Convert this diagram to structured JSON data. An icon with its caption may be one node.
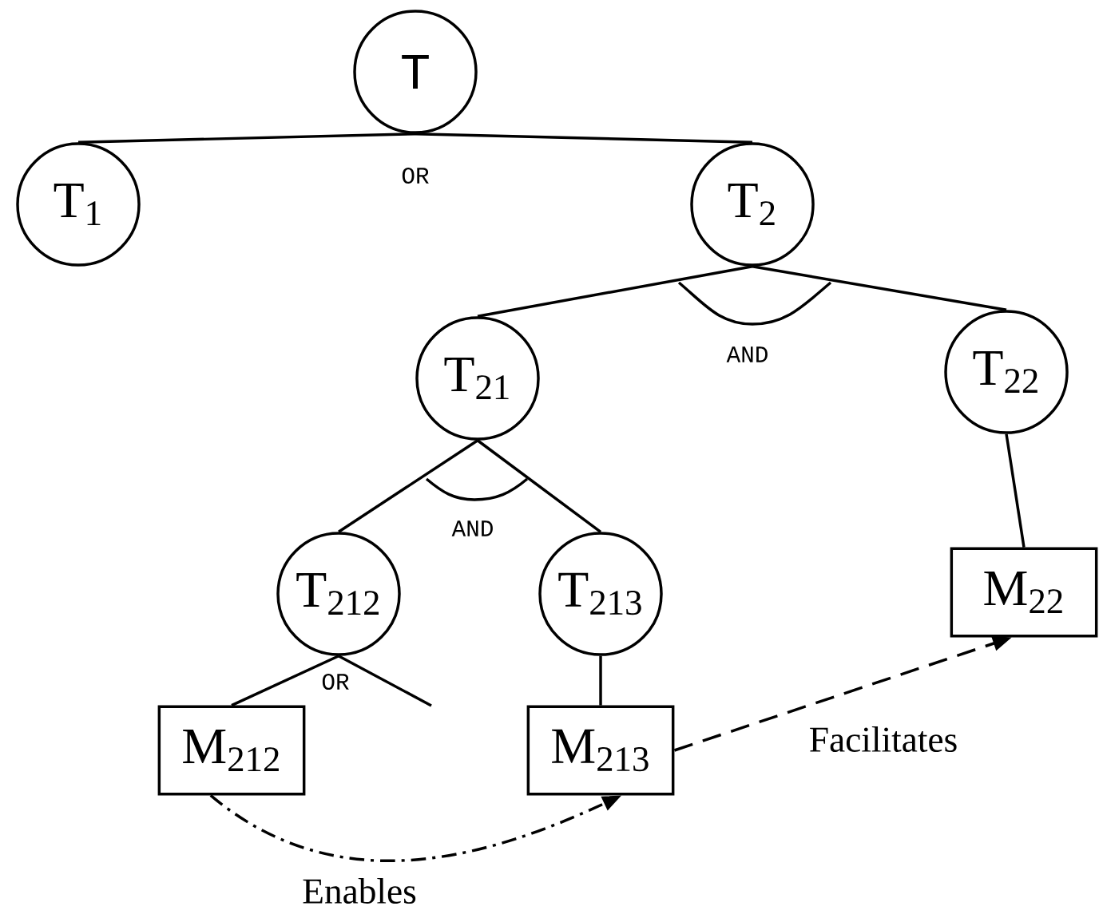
{
  "diagram": {
    "nodes": [
      {
        "text": [
          "T"
        ]
      },
      {
        "text": [
          "T$_{1}$"
        ]
      },
      {
        "text": [
          "T$_{2}$"
        ]
      },
      {
        "text": [
          "T$_{21}$"
        ]
      },
      {
        "text": [
          "T$_{22}$"
        ]
      },
      {
        "text": [
          "T$_{212}$"
        ]
      },
      {
        "text": [
          "T$_{213}$"
        ]
      },
      {
        "text": [
          "M$_{212}$"
        ]
      },
      {
        "text": [
          "M$_{213}$"
        ]
      },
      {
        "text": [
          "M$_{22}$"
        ]
      }
    ],
    "edges": [
      {
        "from": 0,
        "to": 1,
        "arrow": "none"
      },
      {
        "from": 0,
        "to": 2,
        "arrow": "none"
      },
      {
        "from": 2,
        "to": 3,
        "arrow": "none"
      },
      {
        "from": 2,
        "to": 4,
        "arrow": "none"
      },
      {
        "from": 3,
        "to": 5,
        "arrow": "none"
      },
      {
        "from": 3,
        "to": 6,
        "arrow": "none"
      },
      {
        "from": 5,
        "to": 7,
        "arrow": "none"
      },
      {
        "from": 5,
        "to": null,
        "arrow": "none"
      },
      {
        "from": 6,
        "to": 8,
        "arrow": "none"
      },
      {
        "from": 4,
        "to": 9,
        "arrow": "none"
      },
      {
        "from": 7,
        "to": 8,
        "arrow": "to",
        "label": "Enables",
        "style": "dashed"
      },
      {
        "from": 8,
        "to": 9,
        "arrow": "to",
        "label": "Facilitates",
        "style": "dashed"
      }
    ],
    "labels": [
      "OR",
      "AND",
      "AND",
      "OR"
    ]
  }
}
